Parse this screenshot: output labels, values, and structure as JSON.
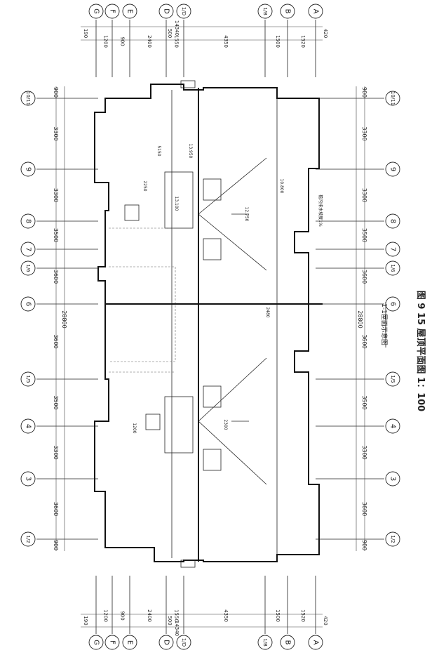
{
  "caption": {
    "title": "图 9 15  屋顶平面图  1：100",
    "subtitle": "1-1屋面示意图"
  },
  "axes_numbers": [
    {
      "label": "1/2",
      "pos": 768
    },
    {
      "label": "3",
      "pos": 682
    },
    {
      "label": "4",
      "pos": 607
    },
    {
      "label": "1/5",
      "pos": 540
    },
    {
      "label": "6",
      "pos": 433
    },
    {
      "label": "1/6",
      "pos": 382
    },
    {
      "label": "7",
      "pos": 355
    },
    {
      "label": "8",
      "pos": 315
    },
    {
      "label": "9",
      "pos": 241
    },
    {
      "label": "10/11",
      "pos": 140
    }
  ],
  "axes_letters": [
    {
      "label": "G",
      "pos": 137
    },
    {
      "label": "F",
      "pos": 160
    },
    {
      "label": "E",
      "pos": 185
    },
    {
      "label": "D",
      "pos": 237
    },
    {
      "label": "1/D",
      "pos": 262
    },
    {
      "label": "1/B",
      "pos": 378
    },
    {
      "label": "B",
      "pos": 410
    },
    {
      "label": "A",
      "pos": 450
    }
  ],
  "dims_vertical": [
    "900",
    "3600",
    "3300",
    "3500",
    "3600",
    "3600",
    "3500",
    "3300",
    "3300",
    "900"
  ],
  "dim_total_vertical": "28800",
  "dims_horizontal": [
    "1200",
    "900",
    "2400",
    "1550",
    "4350",
    "1500",
    "1520"
  ],
  "dim_total_horizontal": "14340",
  "dim_ends": [
    "190",
    "420"
  ],
  "dim_mid": "500",
  "annotations": [
    "13.950",
    "12.750",
    "10.800",
    "13.100",
    "5150",
    "2250",
    "1200",
    "2300",
    "檐沟排水坡度1%",
    "2480"
  ]
}
